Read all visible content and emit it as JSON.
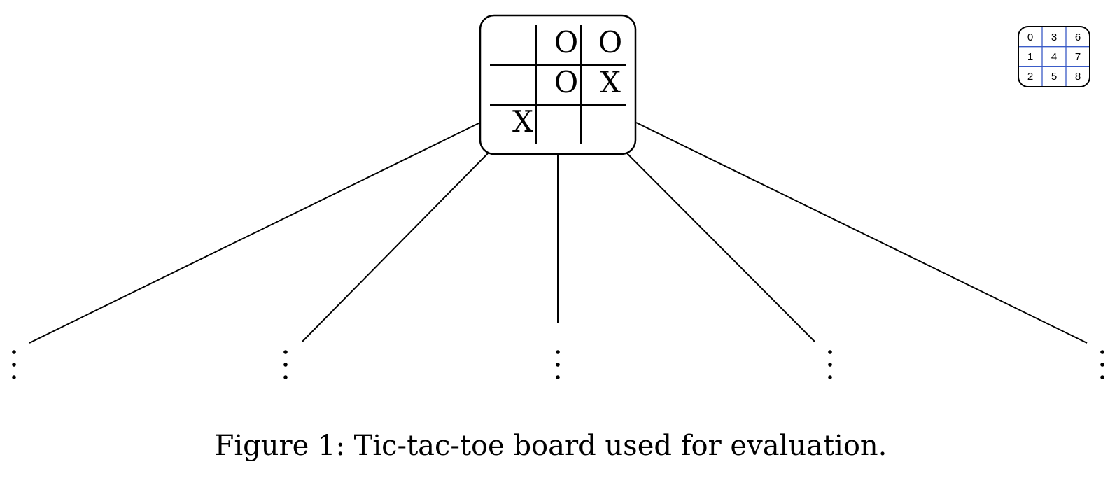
{
  "board": {
    "cells": [
      " ",
      " ",
      "X",
      "O",
      "O",
      " ",
      "O",
      "X",
      " "
    ],
    "layout": "column-major: cells[0..2] = left column (top to bottom), cells[3..5] = middle column, cells[6..8] = right column"
  },
  "index_legend": {
    "cells": [
      "0",
      "1",
      "2",
      "3",
      "4",
      "5",
      "6",
      "7",
      "8"
    ],
    "grid_color": "#3a5bc7"
  },
  "branches": {
    "count": 5,
    "continuation_glyph": "⋮"
  },
  "caption": {
    "text": "Figure 1: Tic-tac-toe board used for evaluation."
  }
}
